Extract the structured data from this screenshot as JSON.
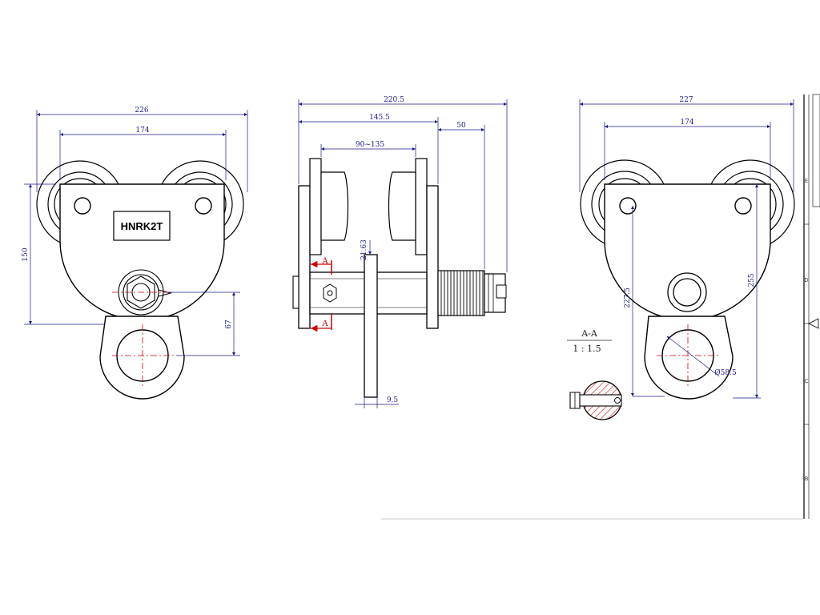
{
  "model_tag": "HNRK2T",
  "front_view": {
    "dim_overall_width": "226",
    "dim_wheel_span": "174",
    "dim_height": "150",
    "dim_lower": "67"
  },
  "side_view": {
    "dim_overall": "220.5",
    "dim_left": "145.5",
    "dim_right": "50",
    "dim_flange": "90~135",
    "dim_offset": "21.63",
    "dim_plate": "9.5",
    "section_mark_top": "A",
    "section_mark_bottom": "A"
  },
  "rear_view": {
    "dim_overall_width": "227",
    "dim_wheel_span": "174",
    "dim_height_a": "227.5",
    "dim_height_b": "255",
    "dim_hole": "Ø58.5"
  },
  "section": {
    "title": "A-A",
    "scale": "1 : 1.5"
  },
  "border_zones": [
    "E",
    "D",
    "C",
    "B"
  ],
  "colors": {
    "dimension": "#1a1a8c",
    "outline": "#000000",
    "centerline": "#d00000",
    "hatch": "#d00000"
  }
}
